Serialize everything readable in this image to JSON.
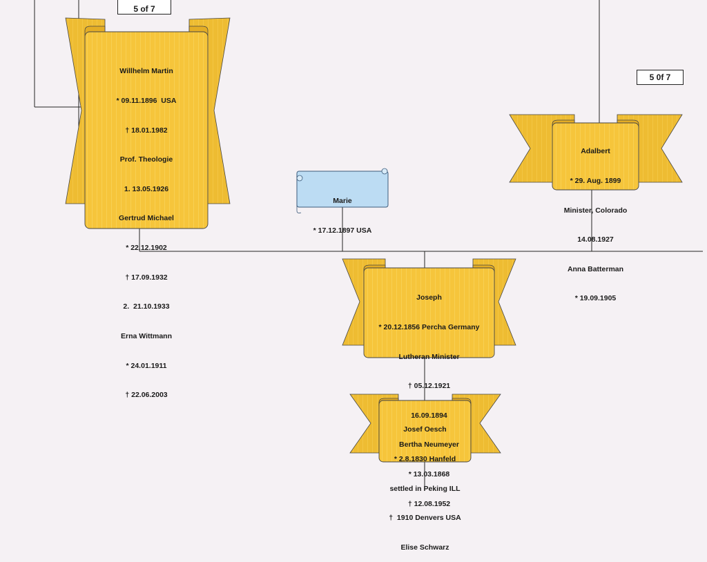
{
  "page_refs": {
    "top_left": "5 of 7",
    "right": "5 0f 7"
  },
  "colors": {
    "banner": "#f6c53b",
    "banner_dark": "#e9b52a",
    "scroll_blue": "#bcdcf3",
    "line": "#222222",
    "background": "#f5f1f4"
  },
  "people": {
    "wilhelm": {
      "lines": [
        "Willhelm Martin",
        "* 09.11.1896  USA",
        "† 18.01.1982",
        "Prof. Theologie",
        "1. 13.05.1926",
        "Gertrud Michael",
        "* 22.12.1902",
        "† 17.09.1932",
        "2.  21.10.1933",
        "Erna Wittmann",
        "* 24.01.1911",
        "† 22.06.2003"
      ]
    },
    "marie": {
      "lines": [
        "Marie",
        "* 17.12.1897 USA"
      ]
    },
    "adalbert": {
      "lines": [
        "Adalbert",
        "* 29. Aug. 1899",
        "Minister, Colorado",
        "14.08.1927",
        "Anna Batterman",
        "* 19.09.1905"
      ]
    },
    "joseph": {
      "lines": [
        "Joseph",
        "* 20.12.1856 Percha Germany",
        "Lutheran Minister",
        "† 05.12.1921",
        "16.09.1894",
        "Bertha Neumeyer",
        "* 13.03.1868",
        "† 12.08.1952"
      ]
    },
    "josef": {
      "lines": [
        "Josef Oesch",
        "* 2.8.1830 Hanfeld",
        "settled in Peking ILL",
        "†  1910 Denvers USA",
        "Elise Schwarz"
      ]
    }
  }
}
